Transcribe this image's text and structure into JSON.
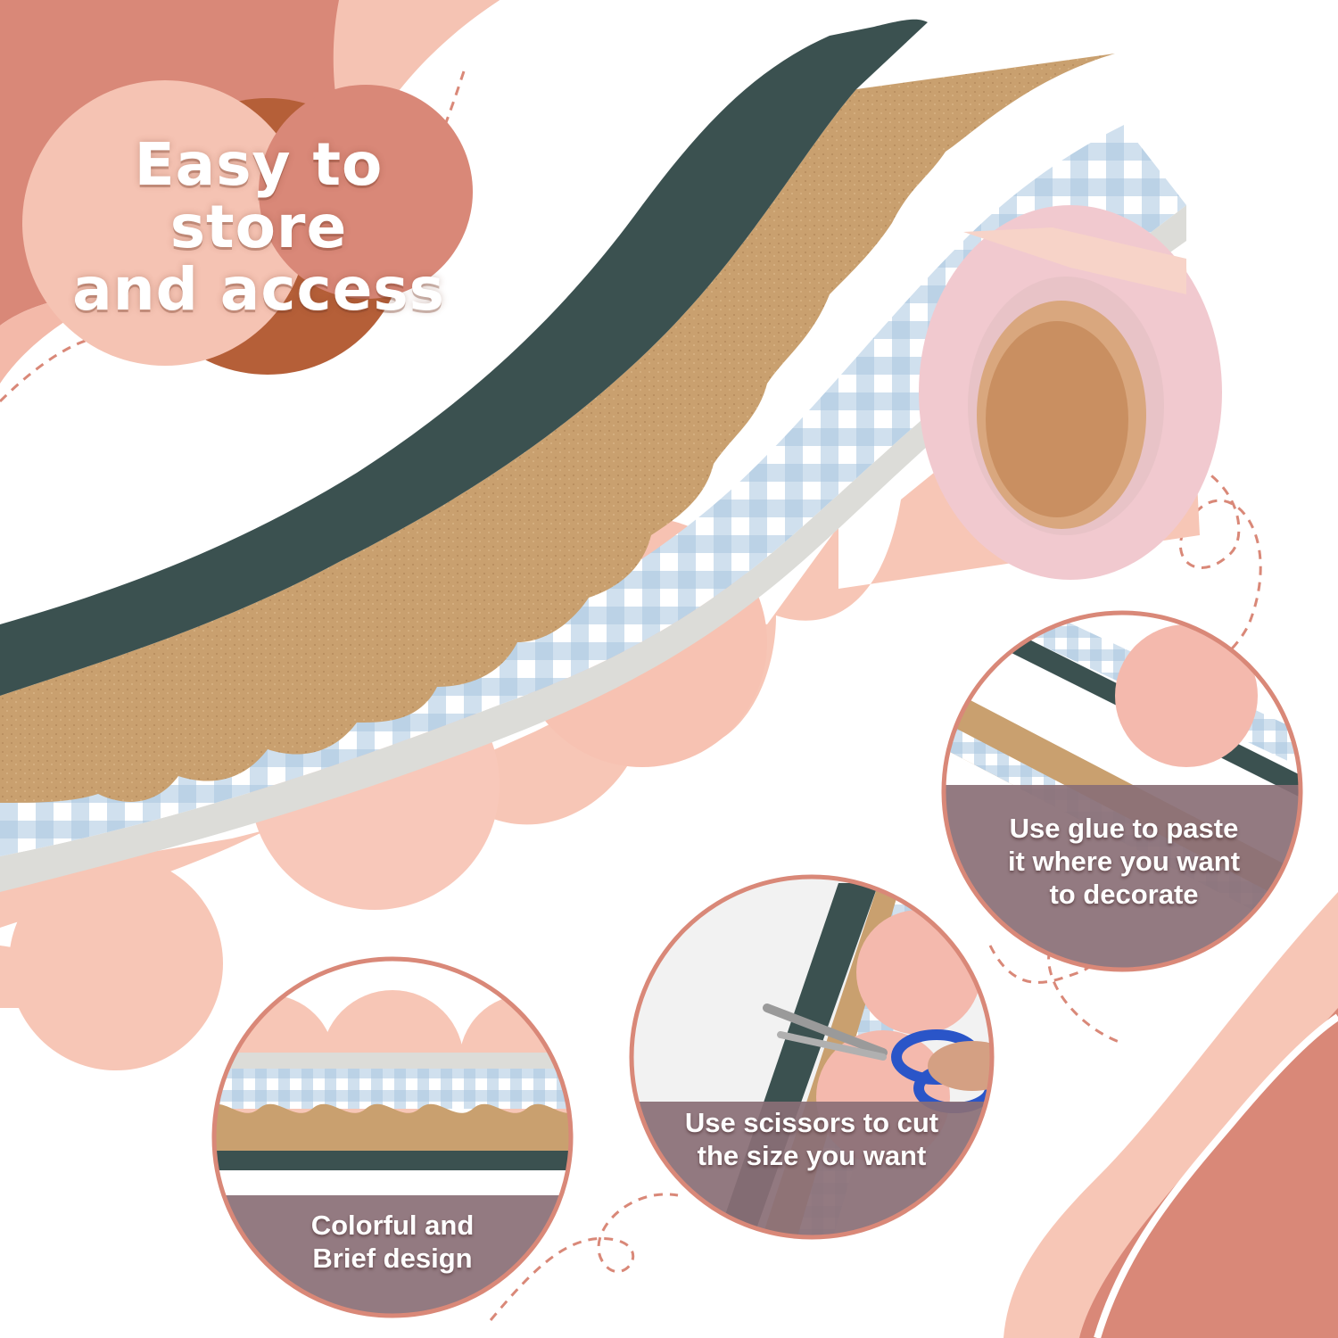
{
  "headline": {
    "line1": "Easy to store",
    "line2": "and access"
  },
  "callouts": [
    {
      "line1": "Use glue to paste",
      "line2": "it where you want",
      "line3": "to decorate"
    },
    {
      "line1": "Use scissors to cut",
      "line2": "the size you want"
    },
    {
      "line1": "Colorful and",
      "line2": "Brief design"
    }
  ],
  "colors": {
    "terracotta": "#d98878",
    "blush": "#f7c6b6",
    "dark_green": "#3b5150",
    "kraft": "#c9a06f",
    "gingham_blue": "#a9c6e0",
    "caption_band": "#8a6f76",
    "scissor_handle": "#2a55c8"
  }
}
